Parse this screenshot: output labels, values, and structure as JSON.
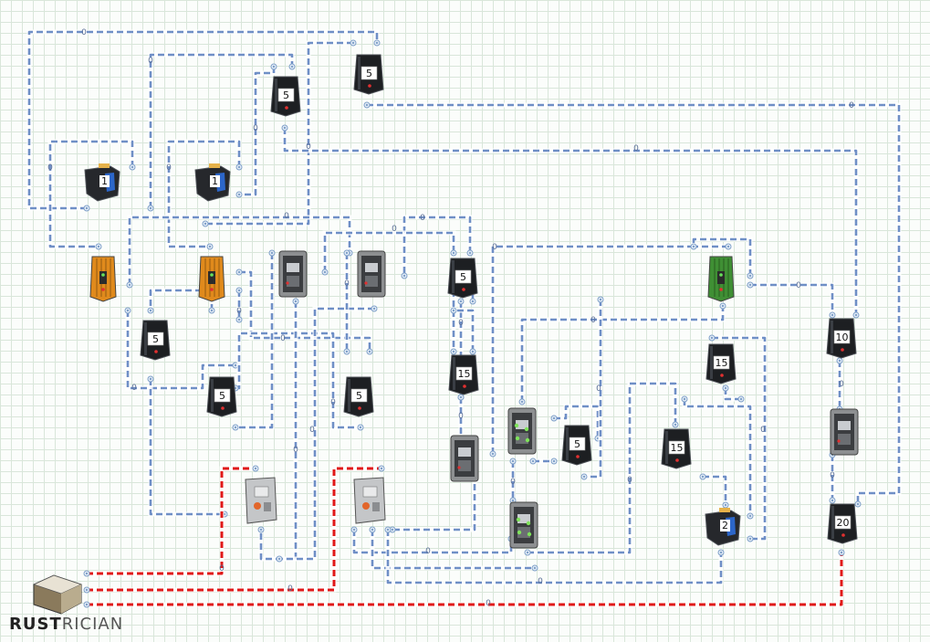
{
  "diagram": {
    "title": "",
    "colors": {
      "wire_blue": "#6f8fc6",
      "wire_red": "#e01818",
      "grid": "#d9e6da"
    },
    "wire_value_label": "0",
    "device_labels": {
      "battery_top_left": "1",
      "battery_top_mid": "1",
      "battery_bottom": "2",
      "counter_top": "5",
      "counter_top2": "5",
      "counter_row1_a": "5",
      "counter_row1_b": "5",
      "counter_row1_c": "5",
      "counter_row1_d": "5",
      "counter_mid": "15",
      "counter_right_a": "15",
      "counter_right_b": "15",
      "counter_center": "5",
      "counter_far_right": "10",
      "counter_bottom_right": "20"
    }
  },
  "branding": {
    "logo_strong": "RUST",
    "logo_thin": "RICIAN"
  }
}
